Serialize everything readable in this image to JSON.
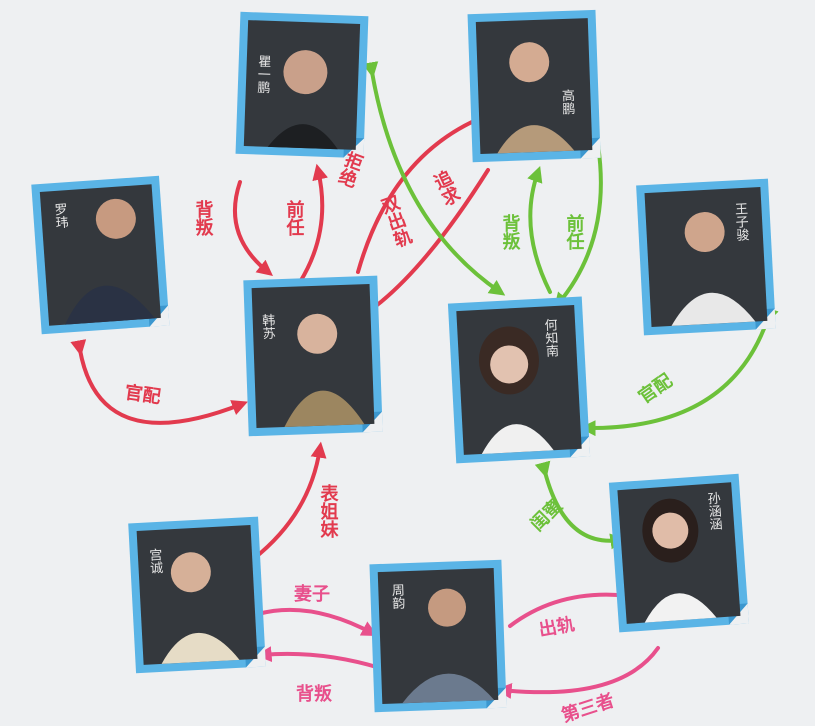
{
  "people": {
    "qu_yipeng": "瞿一鹏",
    "gao_peng": "高鹏",
    "luo_wei": "罗玮",
    "han_su": "韩苏",
    "he_zhinan": "何知南",
    "wang_zijun": "王子骏",
    "gong_cheng": "宫诚",
    "zhou_yun": "周韵",
    "sun_hanhan": "孙涵涵"
  },
  "relations": {
    "qu_han_back": "背叛",
    "qu_han_ex": "前任",
    "reject": "拒绝",
    "double_cheat": "双出轨",
    "pursue": "追求",
    "gao_he_back": "背叛",
    "gao_he_ex": "前任",
    "luo_han_official": "官配",
    "he_wang_official": "官配",
    "he_sun_bestie": "闺蜜",
    "gong_han_cousin": "表姐妹",
    "wife": "妻子",
    "gong_zhou_back": "背叛",
    "cheat": "出轨",
    "third_party": "第三者"
  },
  "colors": {
    "red": "#e23a4e",
    "green": "#6cc13a",
    "pink": "#e8508c",
    "frame": "#5ab4e6"
  }
}
